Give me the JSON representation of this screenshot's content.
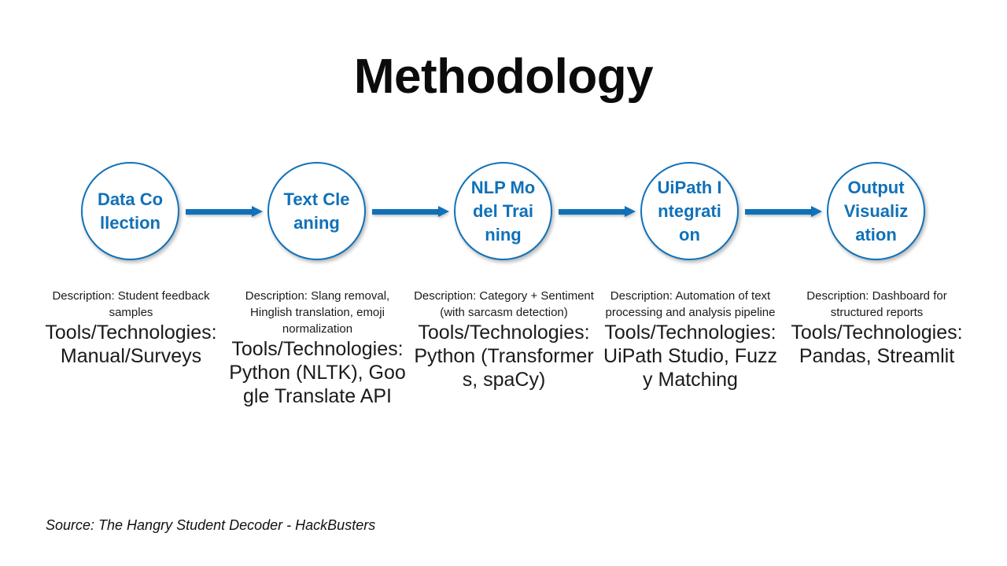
{
  "slide": {
    "title": "Methodology",
    "source_note": "Source: The Hangry Student Decoder - HackBusters",
    "accent_color": "#1071B8",
    "text_color": "#1a1a1a",
    "background_color": "#ffffff"
  },
  "flow": {
    "arrow_label": "→",
    "nodes": [
      {
        "label": "Data Collection"
      },
      {
        "label": "Text Cleaning"
      },
      {
        "label": "NLP Model Training"
      },
      {
        "label": "UiPath Integration"
      },
      {
        "label": "Output Visualization"
      }
    ]
  },
  "columns": [
    {
      "description": "Description: Student feedback samples",
      "tools": "Tools/Technologies: Manual/Surveys"
    },
    {
      "description": "Description: Slang removal, Hinglish translation, emoji normalization",
      "tools": "Tools/Technologies: Python (NLTK), Google Translate API"
    },
    {
      "description": "Description: Category + Sentiment (with sarcasm detection)",
      "tools": "Tools/Technologies: Python (Transformers, spaCy)"
    },
    {
      "description": "Description: Automation of text processing and analysis pipeline",
      "tools": "Tools/Technologies: UiPath Studio, Fuzzy Matching"
    },
    {
      "description": "Description: Dashboard for structured reports",
      "tools": "Tools/Technologies: Pandas, Streamlit"
    }
  ]
}
